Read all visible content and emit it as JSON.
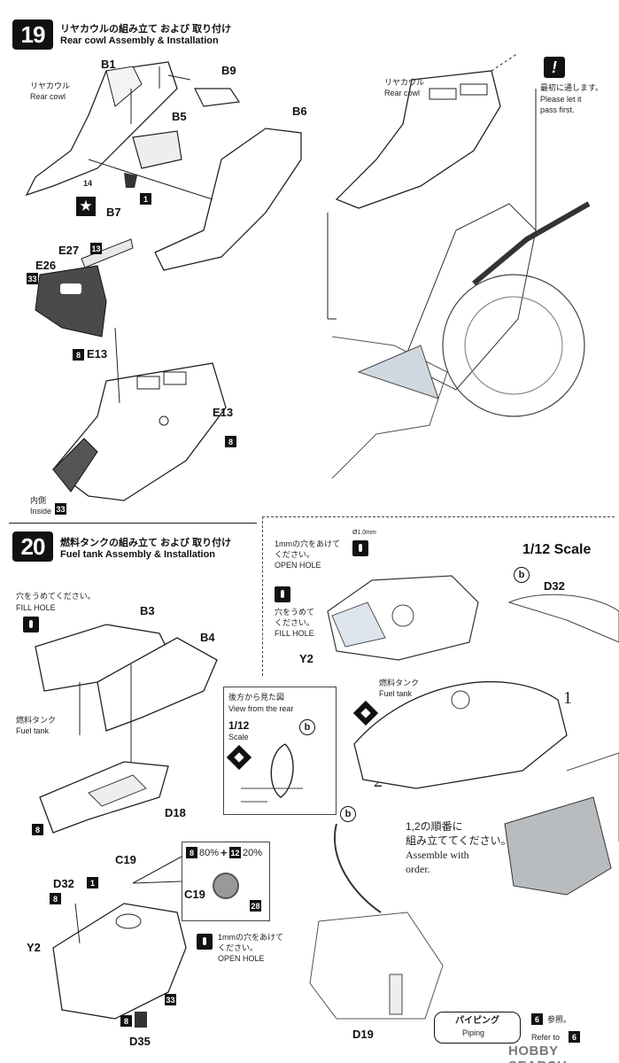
{
  "step19": {
    "number": "19",
    "title_jp": "リヤカウルの組み立て および 取り付け",
    "title_en": "Rear cowl Assembly & Installation",
    "labels": {
      "rear_cowl_jp": "リヤカウル",
      "rear_cowl_en": "Rear cowl",
      "rear_cowl_jp_right": "リヤカウル",
      "rear_cowl_en_right": "Rear cowl",
      "inside_jp": "内側",
      "inside_en": "Inside"
    },
    "parts": [
      "B1",
      "B9",
      "B5",
      "B6",
      "B7",
      "E27",
      "E26",
      "E13",
      "E13"
    ],
    "paint_codes": {
      "b7": "1",
      "e27": "13",
      "e26": "33",
      "e13_top": "8",
      "e13_right": "8",
      "inside": "33"
    },
    "misc_number": "14",
    "note_jp": "最初に通します。",
    "note_en_line1": "Please let it",
    "note_en_line2": "pass first."
  },
  "step20": {
    "number": "20",
    "title_jp": "燃料タンクの組み立て および 取り付け",
    "title_en": "Fuel tank Assembly & Installation",
    "scale_label": "1/12 Scale",
    "fill_hole": {
      "jp": "穴をうめてください。",
      "en": "FILL HOLE"
    },
    "fill_hole_right": {
      "jp_line1": "穴をうめて",
      "jp_line2": "ください。",
      "en": "FILL HOLE"
    },
    "open_hole_top": {
      "jp_line1": "1mmの穴をあけて",
      "jp_line2": "ください。",
      "en": "OPEN HOLE",
      "drill": "Ø1.0mm"
    },
    "open_hole_bottom": {
      "jp_line1": "1mmの穴をあけて",
      "jp_line2": "ください。",
      "en": "OPEN HOLE"
    },
    "fuel_tank_left": {
      "jp": "燃料タンク",
      "en": "Fuel tank"
    },
    "fuel_tank_right": {
      "jp": "燃料タンク",
      "en": "Fuel tank"
    },
    "rear_view": {
      "jp": "後方から見た図",
      "en": "View from the rear",
      "scale": "1/12",
      "scale_word": "Scale"
    },
    "parts": [
      "B3",
      "B4",
      "D18",
      "C19",
      "C19",
      "D32",
      "D32",
      "Y2",
      "Y2",
      "D35",
      "D19"
    ],
    "mix": {
      "a_code": "8",
      "a_pct": "80%",
      "plus": "+",
      "b_code": "12",
      "b_pct": "20%",
      "result_code": "28"
    },
    "paint_codes": {
      "d18": "8",
      "d32": "1",
      "d32_left": "8",
      "d35_top": "33",
      "d35_left": "8"
    },
    "order_note": {
      "jp_line1": "1,2の順番に",
      "jp_line2": "組み立ててください。",
      "en_line1": "Assemble with",
      "en_line2": "order."
    },
    "order_1": "1",
    "order_2": "2",
    "circle_b": "b",
    "piping": {
      "jp": "パイピング",
      "en": "Piping",
      "ref_num": "6",
      "ref_jp": "参照。",
      "ref_en": "Refer to"
    }
  },
  "watermark": "HOBBY SEARCH"
}
